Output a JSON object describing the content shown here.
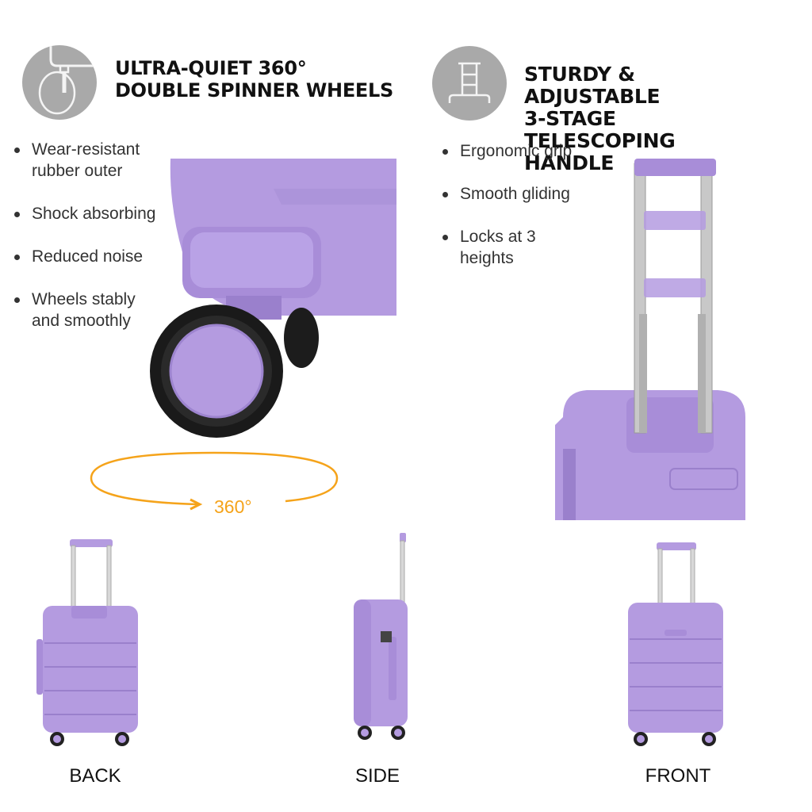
{
  "features": [
    {
      "icon": "spinner-wheel-icon",
      "title_lines": [
        "ULTRA-QUIET 360°",
        "DOUBLE SPINNER WHEELS"
      ],
      "bullets": [
        "Wear-resistant rubber outer",
        "Shock absorbing",
        "Reduced noise",
        "Wheels stably and smoothly"
      ],
      "rotation_label": "360°"
    },
    {
      "icon": "telescoping-handle-icon",
      "title_lines": [
        "STURDY & ADJUSTABLE",
        "3-STAGE TELESCOPING",
        "HANDLE"
      ],
      "bullets": [
        "Ergonomic grip",
        "Smooth gliding",
        "Locks at 3 heights"
      ]
    }
  ],
  "views": [
    "BACK",
    "SIDE",
    "FRONT"
  ],
  "colors": {
    "body": "#b49be0",
    "body_dark": "#9a80cc",
    "accent": "#f5a31a",
    "icon_bg": "#a9a9a9"
  }
}
